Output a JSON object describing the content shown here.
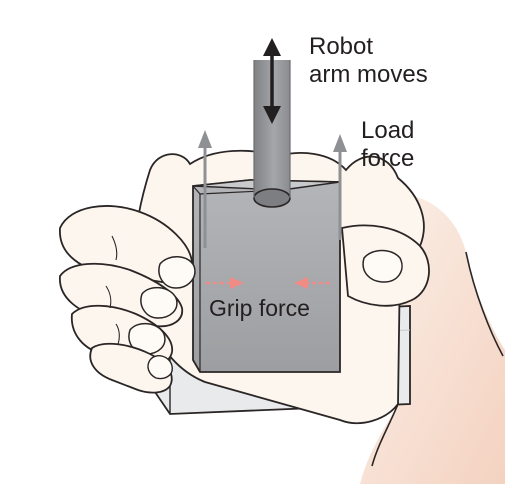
{
  "labels": {
    "robot_line1": "Robot",
    "robot_line2": "arm moves",
    "load_line1": "Load",
    "load_line2": "force",
    "grip": "Grip force"
  },
  "colors": {
    "skin": "#fdf6ef",
    "skin_shadow": "#f6d8c7",
    "outline": "#2b2626",
    "block_light": "#e7e8ea",
    "block_face": "#a5a7aa",
    "block_top": "#c9cacc",
    "rod": "#8d8f92",
    "load_arrow": "#8e9093",
    "grip_arrow": "#f08b86",
    "double_arrow": "#231f20"
  }
}
